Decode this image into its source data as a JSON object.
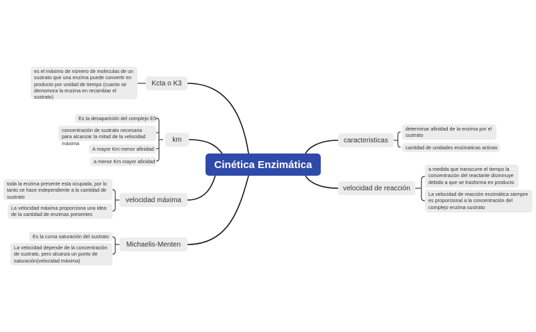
{
  "center": {
    "label": "Cinética Enzimática"
  },
  "branches": {
    "kcat": {
      "label": "Kcta o K3",
      "leaves": [
        "es el máximo de número de moleculas de un sustrato que una enzima puede convertir en producto por unidad de tiempo (cuanto se demomora la enzima en recambiar el sustrato)"
      ]
    },
    "km": {
      "label": "km",
      "leaves": [
        "Es la desaparición del complejo ES",
        "concentración de sustrato necesaria para alcanzar la mitad de la velocidad máxima",
        "A mayor Km menor afinidad",
        "a menor Km mayor afinidad"
      ]
    },
    "vmax": {
      "label": "velocidad máxima",
      "leaves": [
        "toda la enzima presente esta ocupada, por lo tanto se hace independiente a la cantidad de sustrato",
        "La velocidad máxima proporciona una idea de la cantidad de enzimas presentes"
      ]
    },
    "mm": {
      "label": "Michaelis-Menten",
      "leaves": [
        "Es la curva saturación del sustrato",
        "La velocidad depende de la concentración de sustrato, pero alcanza un punto de saturación(velocidad  máxima)"
      ]
    },
    "caract": {
      "label": "caracteristicas",
      "leaves": [
        "determinar afinidad de la enzima por el sustrato",
        "cantidad de unidades enzimaticas activas"
      ]
    },
    "vreac": {
      "label": "velocidad de reacción",
      "leaves": [
        "a medida que transcurre el tiempo la concentración del reactante disminuye debido a que se trasforma en producto",
        "La velocidad de reacción enzimática siempre es proporcional a la concentración del complejo enzima sustrato"
      ]
    }
  }
}
